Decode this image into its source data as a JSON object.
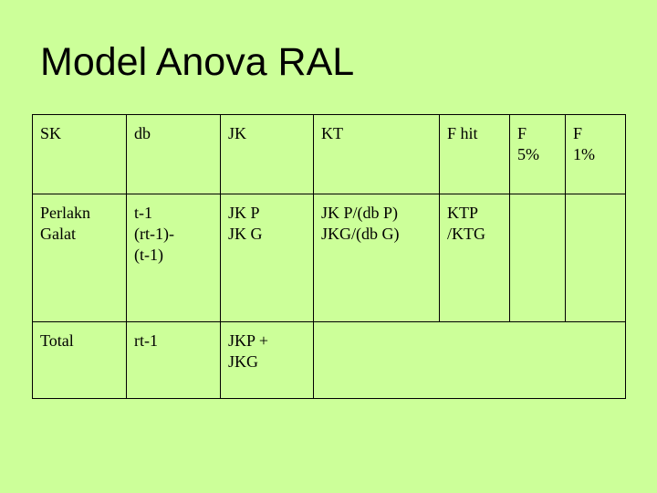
{
  "title": "Model Anova RAL",
  "table": {
    "header": {
      "sk": "SK",
      "db": "db",
      "jk": "JK",
      "kt": "KT",
      "fhit": "F hit",
      "f5": [
        "F",
        "5%"
      ],
      "f1": [
        "F",
        "1%"
      ]
    },
    "body": {
      "sk": [
        "Perlakn",
        "Galat"
      ],
      "db": [
        "t-1",
        "(rt-1)-",
        "(t-1)"
      ],
      "jk": [
        "JK P",
        "JK G"
      ],
      "kt": [
        "JK P/(db P)",
        "JKG/(db G)"
      ],
      "fhit": [
        "KTP",
        "/KTG"
      ],
      "f5": "",
      "f1": ""
    },
    "total": {
      "sk": "Total",
      "db": "rt-1",
      "jk": [
        "JKP +",
        "JKG"
      ],
      "rest": ""
    }
  }
}
